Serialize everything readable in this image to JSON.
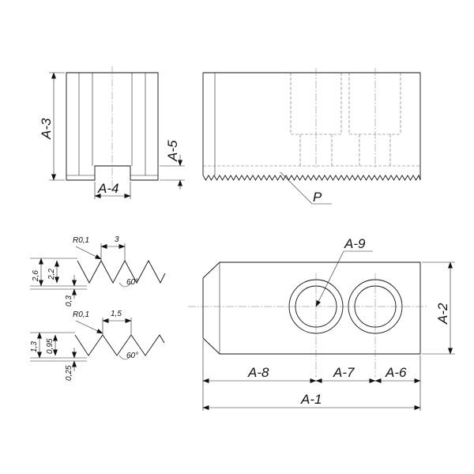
{
  "labels": {
    "a1": "A-1",
    "a2": "A-2",
    "a3": "A-3",
    "a4": "A-4",
    "a5": "A-5",
    "a6": "A-6",
    "a7": "A-7",
    "a8": "A-8",
    "a9": "A-9",
    "p": "P"
  },
  "thread_coarse": {
    "radius": "R0,1",
    "pitch": "3",
    "height_total": "2,6",
    "height_profile": "2,2",
    "offset": "0,3",
    "angle": "60°"
  },
  "thread_fine": {
    "radius": "R0,1",
    "pitch": "1,5",
    "height_total": "1,3",
    "height_profile": "0,95",
    "offset": "0,25",
    "angle": "60°"
  }
}
